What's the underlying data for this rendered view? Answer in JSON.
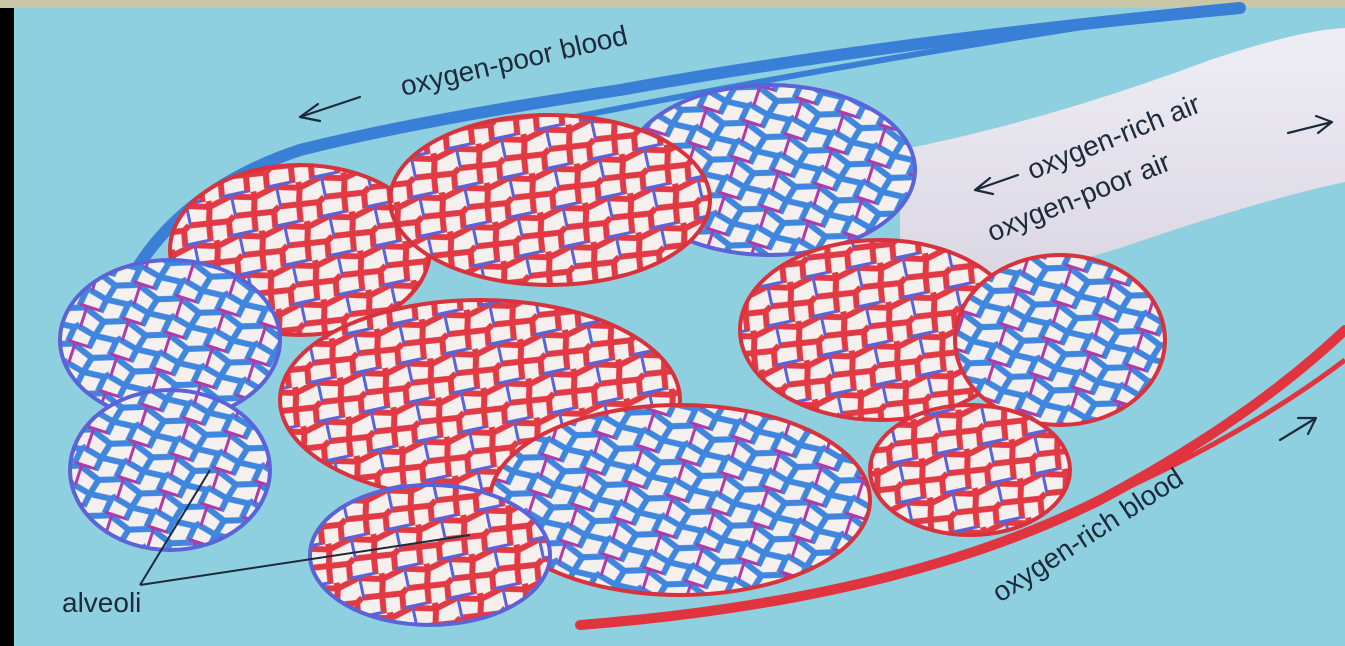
{
  "labels": {
    "oxygen_poor_blood": "oxygen-poor blood",
    "oxygen_rich_air": "oxygen-rich air",
    "oxygen_poor_air": "oxygen-poor air",
    "oxygen_rich_blood": "oxygen-rich blood",
    "alveoli": "alveoli"
  },
  "colors": {
    "background": "#8fd0e0",
    "vein": "#3a7fd6",
    "artery": "#e0353f",
    "alveolus": "#f4efee",
    "airway": "#e8e6ee"
  }
}
